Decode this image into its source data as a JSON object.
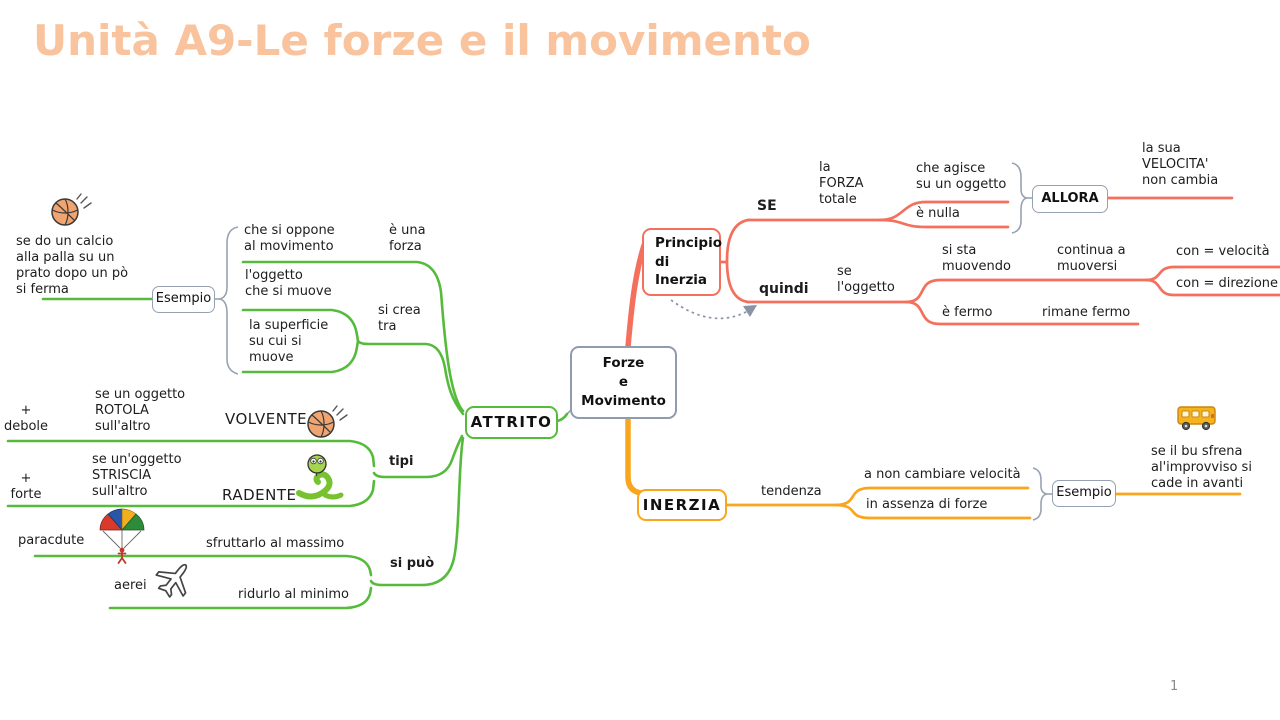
{
  "title": "Unità A9-Le forze e il movimento",
  "page_number": "1",
  "colors": {
    "title_peach": "#f8c39d",
    "attrito_green": "#56bb3c",
    "principio_salmon": "#f4705c",
    "inerzia_orange": "#f9a51e",
    "node_border_gray": "#8e9cae"
  },
  "nodes": {
    "center": "Forze\ne\nMovimento",
    "attrito": "ATTRITO",
    "principio": "Principio\ndi\nInerzia",
    "allora": "ALLORA",
    "inerzia": "INERZIA",
    "esempio_left": "Esempio",
    "esempio_right": "Esempio"
  },
  "attrito_branch": {
    "esempio_text": "se do un calcio\nalla palla su un\nprato dopo un pò\nsi ferma",
    "che_si_oppone": "che si oppone\nal movimento",
    "e_una_forza": "è una\nforza",
    "oggetto_che_si_muove": "l'oggetto\nche si muove",
    "superficie": "la superficie\nsu cui si\nmuove",
    "si_crea_tra": "si crea\ntra",
    "tipi": "tipi",
    "volvente": "VOLVENTE",
    "volvente_desc": "se un oggetto\nROTOLA\nsull'altro",
    "volvente_strength": "+\ndebole",
    "radente": "RADENTE",
    "radente_desc": "se un'oggetto\nSTRISCIA\nsull'altro",
    "radente_strength": "+\nforte",
    "si_puo": "si può",
    "paracadute": "paracdute",
    "sfruttarlo": "sfruttarlo al massimo",
    "aerei": "aerei",
    "ridurlo": "ridurlo al minimo"
  },
  "principio_branch": {
    "se": "SE",
    "forza_totale": "la\nFORZA\ntotale",
    "che_agisce": "che agisce\nsu un oggetto",
    "e_nulla": "è nulla",
    "velocita_non_cambia": "la sua\nVELOCITA'\nnon cambia",
    "quindi": "quindi",
    "se_oggetto": "se\nl'oggetto",
    "si_sta_muovendo": "si sta\nmuovendo",
    "continua_a_muoversi": "continua a\nmuoversi",
    "con_velocita": "con = velocità",
    "con_direzione": "con = direzione",
    "e_fermo": "è fermo",
    "rimane_fermo": "rimane fermo"
  },
  "inerzia_branch": {
    "tendenza": "tendenza",
    "non_cambiare": "a non cambiare velocità",
    "assenza_forze": "in assenza di forze",
    "bus_text": "se il bu sfrena\nal'improvviso si\ncade in avanti"
  }
}
